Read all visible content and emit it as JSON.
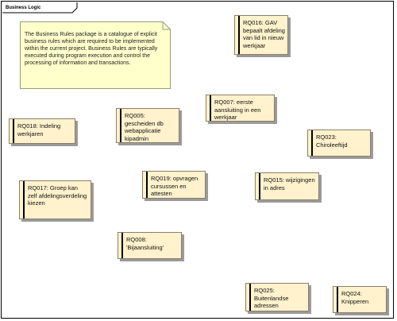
{
  "package": {
    "title": "Business Logic"
  },
  "note": {
    "text": "The Business Rules package is a catalogue of explicit business rules which are required to be implemented within the current project. Business Rules are typically executed during program execution and control the processing of information and transactions."
  },
  "requirements": [
    {
      "id": "rq016",
      "label": "RQ016: GAV bepaalt afdeling van lid in nieuw werkjaar"
    },
    {
      "id": "rq007",
      "label": "RQ007: eerste aansluiting in een werkjaar"
    },
    {
      "id": "rq018",
      "label": "RQ018: Indeling werkjaren"
    },
    {
      "id": "rq005",
      "label": "RQ005: gescheiden db webapplicatie kipadmin"
    },
    {
      "id": "rq023",
      "label": "RQ023: Chiroleeftijd"
    },
    {
      "id": "rq019",
      "label": "RQ019: opvragen cursussen en attesten"
    },
    {
      "id": "rq015",
      "label": "RQ015: wijzigingen in adres"
    },
    {
      "id": "rq017",
      "label": "RQ017: Groep kan zelf afdelingsverdeling kiezen"
    },
    {
      "id": "rq008",
      "label": "RQ008: 'Bijaansluiting'"
    },
    {
      "id": "rq025",
      "label": "RQ025: Buitenlandse adressen"
    },
    {
      "id": "rq024",
      "label": "RQ024: Knipperen"
    }
  ]
}
